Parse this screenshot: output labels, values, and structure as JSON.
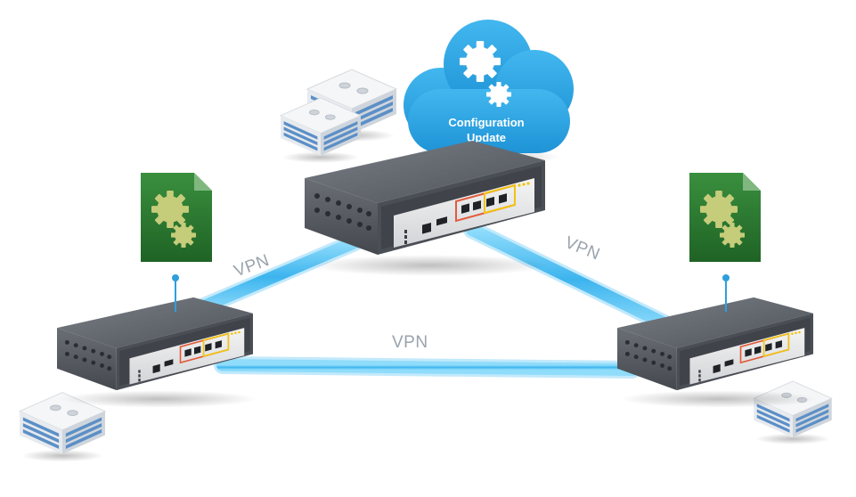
{
  "cloud": {
    "line1": "Configuration",
    "line2": "Update",
    "color": "#29a6e6"
  },
  "links": [
    {
      "id": "hub-left",
      "label": "VPN"
    },
    {
      "id": "hub-right",
      "label": "VPN"
    },
    {
      "id": "left-right",
      "label": "VPN"
    }
  ],
  "colors": {
    "tunnel": "#4fc3f7",
    "device_body": "#5b5f66",
    "config_doc": "#2e7d32",
    "gear": "#c5cc7a",
    "port_frame": "#e25b3b",
    "led": "#f1c40f"
  },
  "icons": [
    "cloud-icon",
    "gear-icon",
    "config-file-icon",
    "building-icon",
    "router-icon"
  ]
}
